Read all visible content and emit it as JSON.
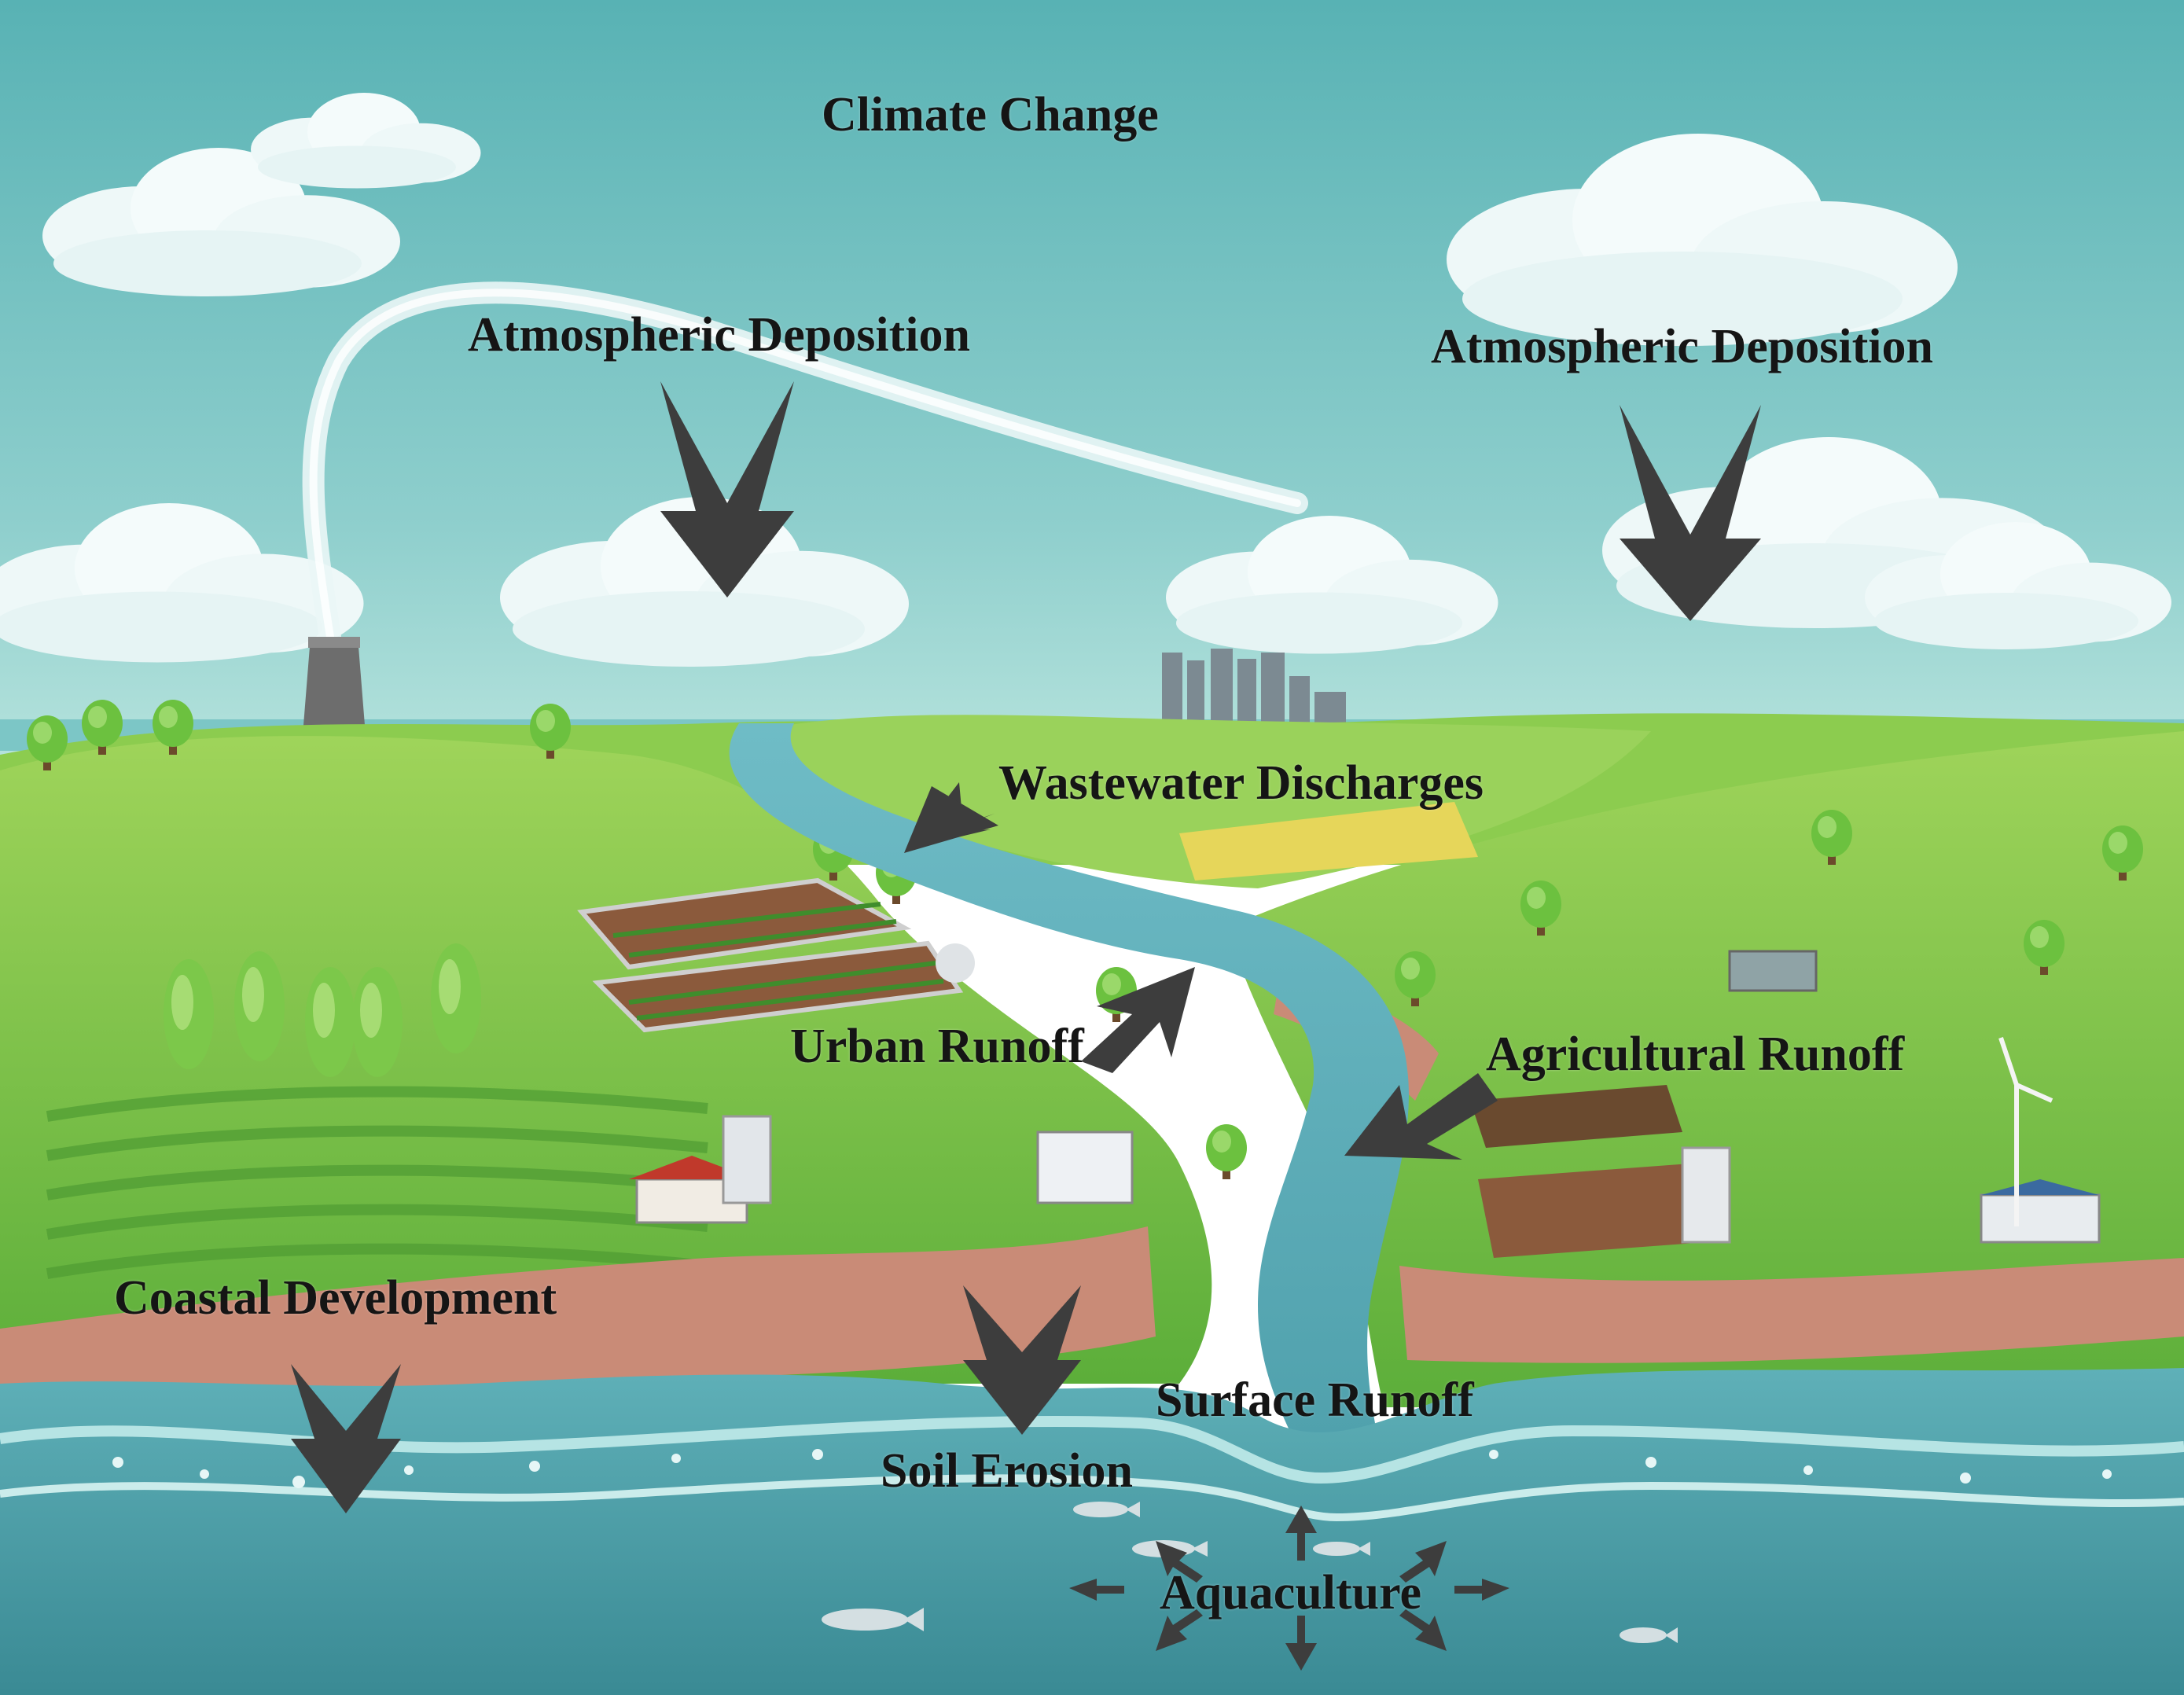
{
  "labels": {
    "climate_change": "Climate Change",
    "atm_dep_left": "Atmospheric Deposition",
    "atm_dep_right": "Atmospheric Deposition",
    "wastewater": "Wastewater Discharges",
    "urban_runoff": "Urban Runoff",
    "agricultural_runoff": "Agricultural Runoff",
    "coastal_development": "Coastal Development",
    "surface_runoff": "Surface Runoff",
    "soil_erosion": "Soil Erosion",
    "aquaculture": "Aquaculture"
  },
  "colors": {
    "sky_top": "#5bb5b8",
    "sky_bottom": "#9fd6d4",
    "grass": "#7cc242",
    "grass_dark": "#3e9a35",
    "cliff": "#c98b77",
    "water": "#5aa9b3",
    "sea": "#3f8f99",
    "arrow": "#3d3d3d"
  }
}
